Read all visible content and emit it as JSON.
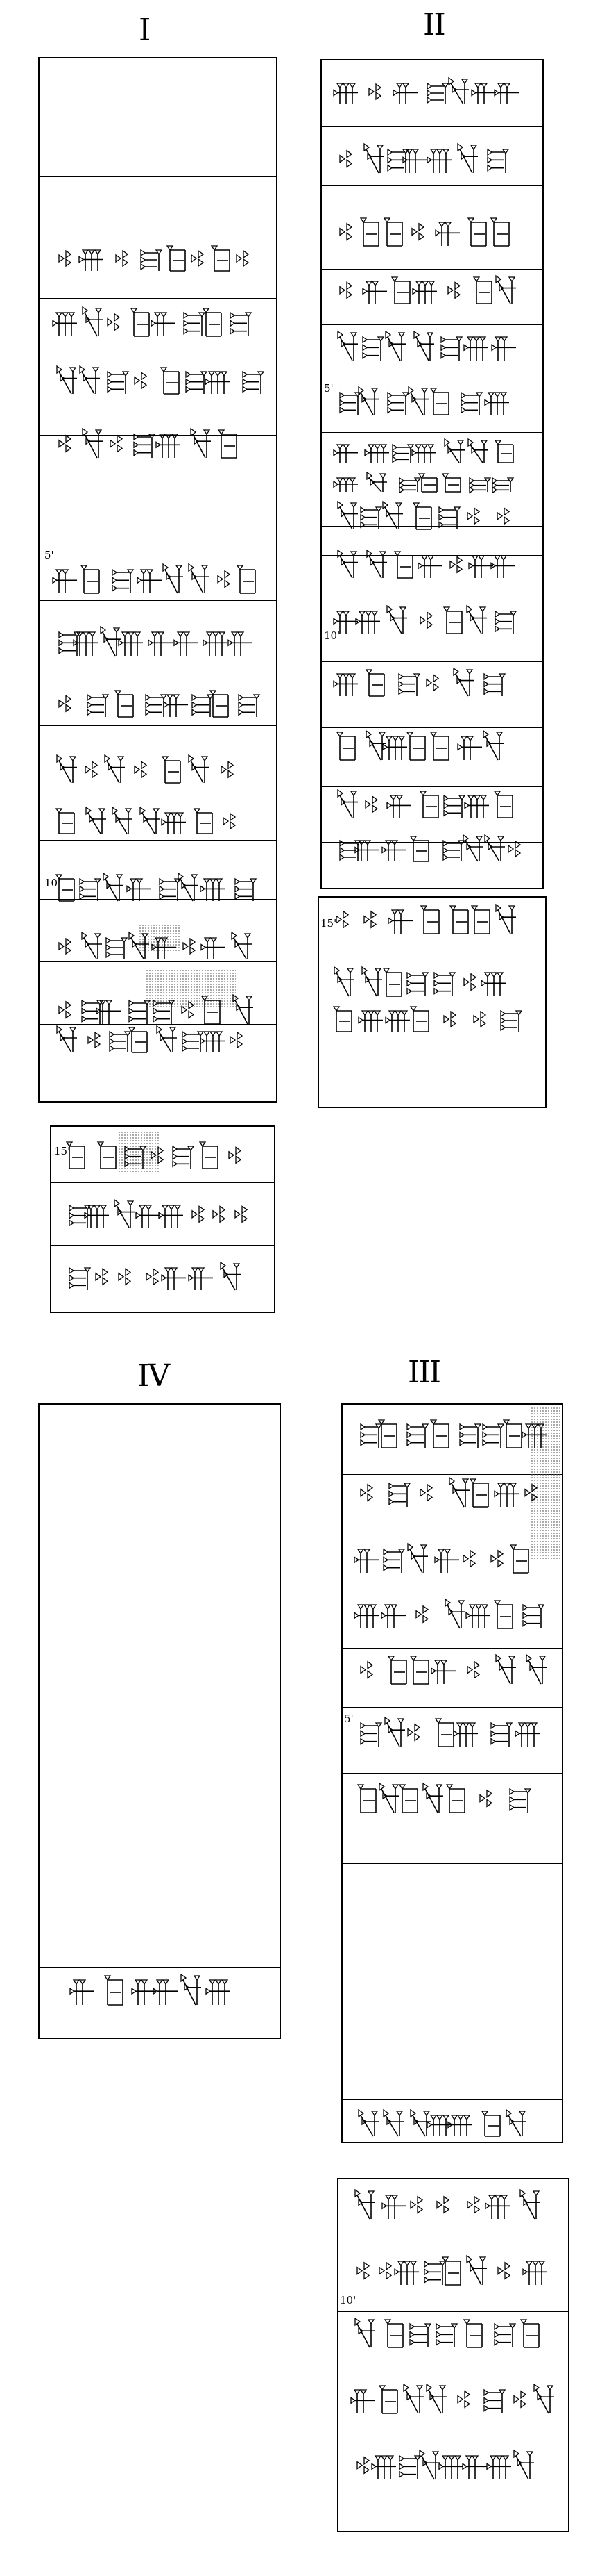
{
  "columns": [
    {
      "id": "col1",
      "numeral": "I"
    },
    {
      "id": "col2",
      "numeral": "II"
    },
    {
      "id": "col4",
      "numeral": "IV"
    },
    {
      "id": "col3",
      "numeral": "III"
    }
  ],
  "line_numbers": {
    "col1": [
      "5'",
      "10'",
      "15'"
    ],
    "col2": [
      "5'",
      "10'",
      "15'"
    ],
    "col3": [
      "5'",
      "10'"
    ]
  },
  "colors": {
    "ink": "#000000",
    "paper": "#ffffff",
    "stipple": "#555555"
  }
}
